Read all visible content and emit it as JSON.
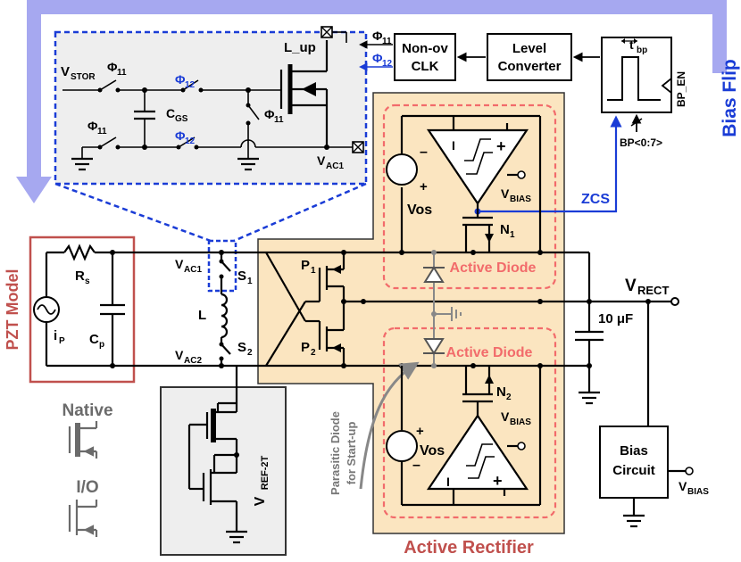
{
  "colors": {
    "bias_flip_arrow": "#a6a8f0",
    "blue_signal": "#1a3cd6",
    "rectifier_fill": "#fbe5c0",
    "pzt_border": "#c0504d",
    "title_red": "#c0504d",
    "diode_dash": "#f26b6b",
    "zoom_dash": "#1a3cd6",
    "inset_fill": "#eeeeee",
    "native_gray": "#6b6b6b"
  },
  "labels": {
    "bias_flip": "Bias Flip",
    "pzt_model": "PZT Model",
    "active_rectifier": "Active Rectifier",
    "active_diode_top": "Active Diode",
    "active_diode_bottom": "Active Diode",
    "vrect": "V",
    "vrect_sub": "RECT",
    "cap_10uf": "10 μF",
    "zcs": "ZCS",
    "non_ov_line1": "Non-ov",
    "non_ov_line2": "CLK",
    "level_line1": "Level",
    "level_line2": "Converter",
    "tbp": "t",
    "tbp_sub": "bp",
    "bp_en": "BP_EN",
    "bp_bits": "BP<0:7>",
    "phi11_out": "Φ",
    "phi11_out_sub": "11",
    "phi12_out": "Φ",
    "phi12_out_sub": "12",
    "l_up": "L_up",
    "vstor": "V",
    "vstor_sub": "STOR",
    "cgs": "C",
    "cgs_sub": "GS",
    "vac1_inset": "V",
    "vac1_inset_sub": "AC1",
    "phi": "Φ",
    "sub11": "11",
    "sub12": "12",
    "rs": "R",
    "rs_sub": "s",
    "cp": "C",
    "cp_sub": "p",
    "ip": "i",
    "ip_sub": "P",
    "vac1": "V",
    "vac1_sub": "AC1",
    "vac2": "V",
    "vac2_sub": "AC2",
    "s1": "S",
    "s1_sub": "1",
    "s2": "S",
    "s2_sub": "2",
    "l": "L",
    "p1": "P",
    "p1_sub": "1",
    "p2": "P",
    "p2_sub": "2",
    "n1": "N",
    "n1_sub": "1",
    "n2": "N",
    "n2_sub": "2",
    "vos_top": "Vos",
    "vos_bottom": "Vos",
    "vbias_top": "V",
    "vbias_top_sub": "BIAS",
    "vbias_bottom": "V",
    "vbias_bottom_sub": "BIAS",
    "vbias_out": "V",
    "vbias_out_sub": "BIAS",
    "bias_line1": "Bias",
    "bias_line2": "Circuit",
    "native": "Native",
    "io": "I/O",
    "vref": "V",
    "vref_sub": "REF-2T",
    "parasitic_line1": "Parasitic Diode",
    "parasitic_line2": "for Start-up",
    "plus": "+",
    "minus": "–",
    "opamp_plus": "+",
    "opamp_minus": "I"
  }
}
